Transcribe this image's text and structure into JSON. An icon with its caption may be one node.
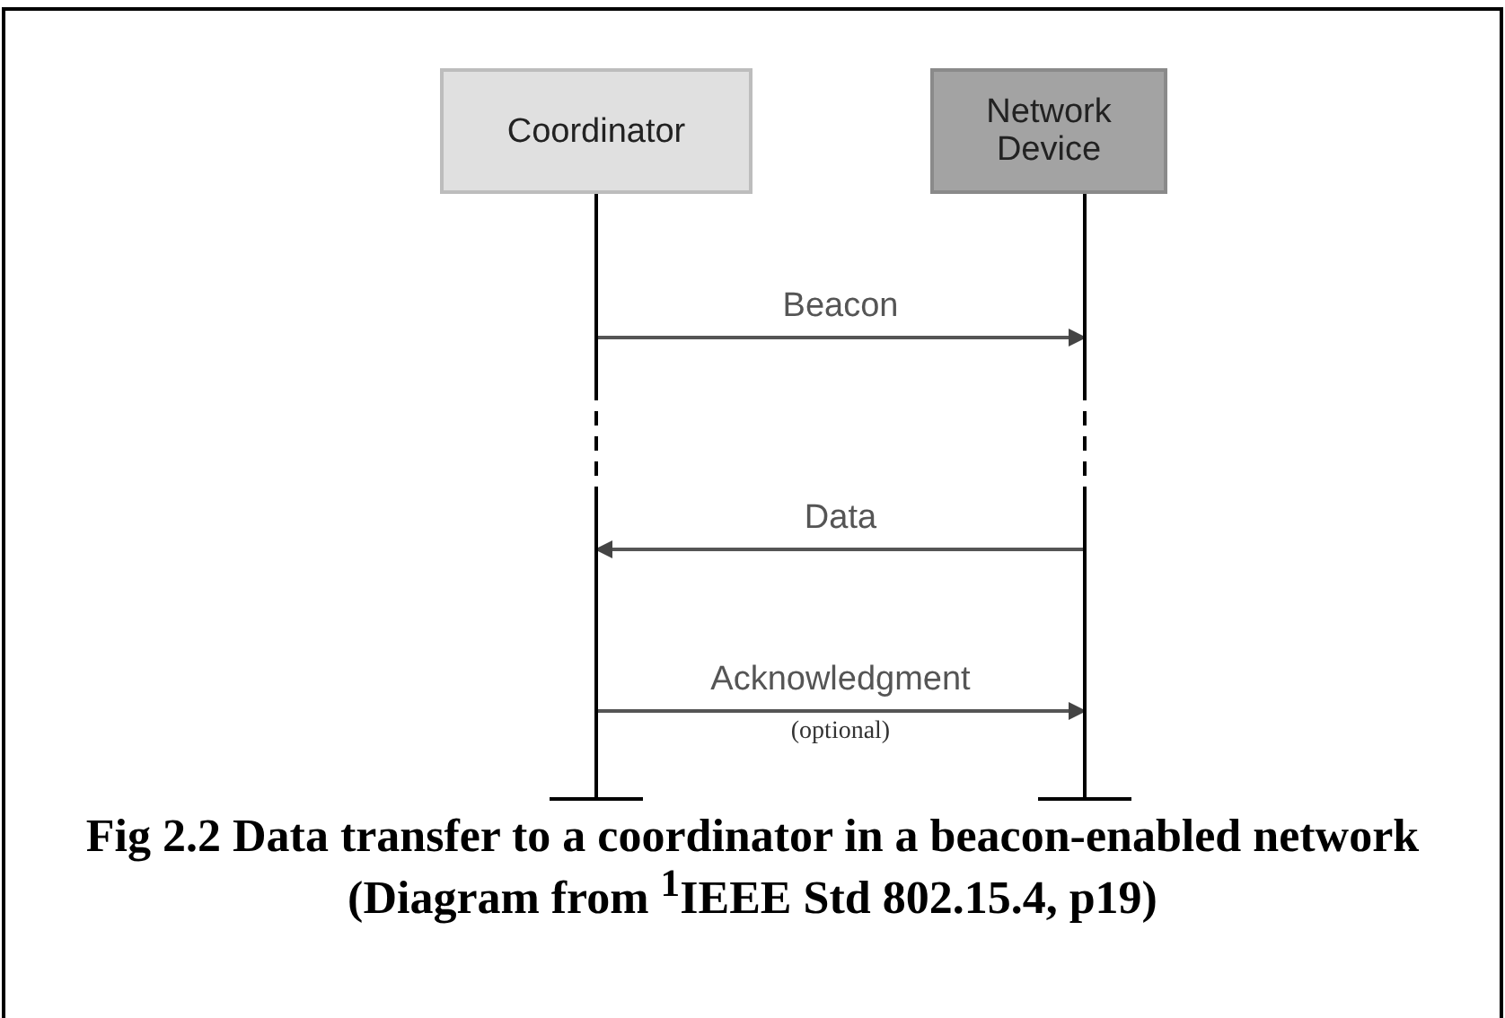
{
  "diagram": {
    "caption": "Fig 2.2 Data transfer to a coordinator in a beacon-enabled network (Diagram from $^{1}$IEEE Std 802.15.4, p19)",
    "nodes": [
      {
        "text": [
          "Coordinator"
        ]
      },
      {
        "text": [
          "Network Device"
        ]
      }
    ],
    "edges": [
      {
        "from": 0,
        "to": 1,
        "arrow": "to",
        "label": "Beacon"
      },
      {
        "from": 1,
        "to": 0,
        "arrow": "to",
        "label": "Data"
      },
      {
        "from": 0,
        "to": 1,
        "arrow": "to",
        "label": "Acknowledgment"
      }
    ],
    "labels": [
      "(optional)"
    ]
  }
}
